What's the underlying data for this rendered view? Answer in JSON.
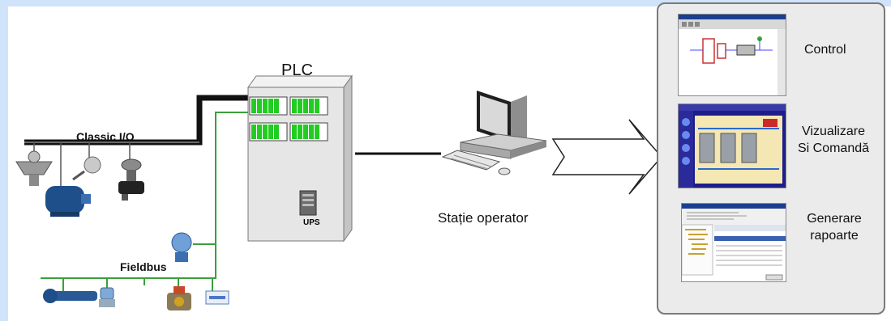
{
  "plc": {
    "label": "PLC",
    "ups_label": "UPS"
  },
  "networks": {
    "classic_io": "Classic I/O",
    "fieldbus": "Fieldbus"
  },
  "operator": {
    "label": "Stație operator"
  },
  "functions": {
    "control": "Control",
    "viz_line1": "Vizualizare",
    "viz_line2": "Si Comandă",
    "gen_line1": "Generare",
    "gen_line2": "rapoarte"
  },
  "colors": {
    "background": "#cfe3fb",
    "classic_bus": "#111111",
    "fieldbus": "#3aa03a",
    "plc_slot_green": "#22cc22",
    "panel_bg": "#ebebeb"
  }
}
